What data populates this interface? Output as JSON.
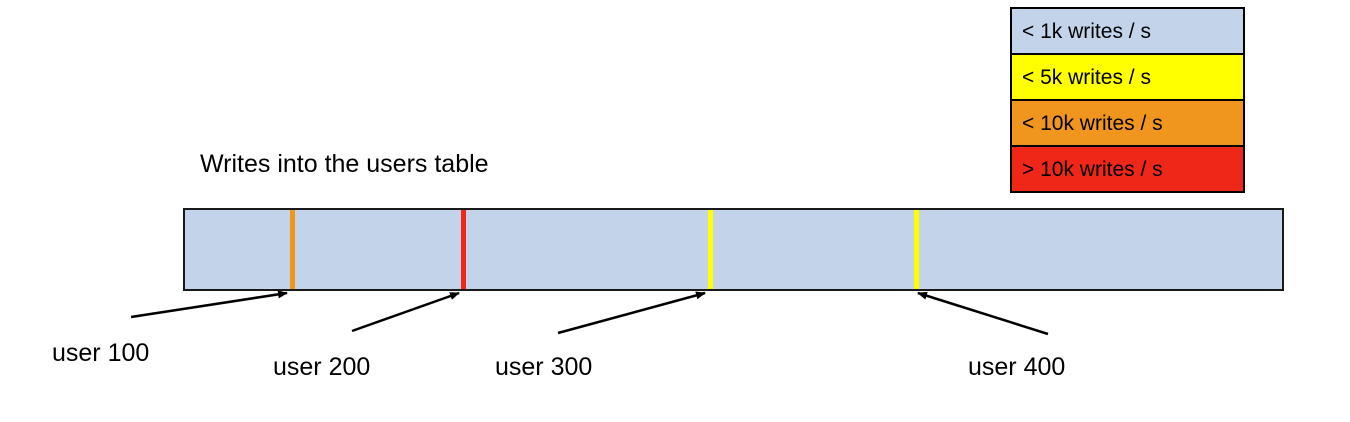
{
  "chart_data": {
    "type": "bar",
    "title": "Writes into the users table",
    "orientation": "horizontal-range",
    "description": "A single horizontal range bar representing the users table partitioned by user id, colored by write throughput, with colored divider markers at user boundaries.",
    "xlabel": "",
    "ylabel": "",
    "categories": [
      "user 100",
      "user 200",
      "user 300",
      "user 400"
    ],
    "legend": {
      "position": "top-right",
      "entries": [
        {
          "label": "< 1k writes / s",
          "color": "#c3d4ea"
        },
        {
          "label": "< 5k writes / s",
          "color": "#ffff00"
        },
        {
          "label": "< 10k writes / s",
          "color": "#f0961e"
        },
        {
          "label": "> 10k writes / s",
          "color": "#ee2718"
        }
      ]
    },
    "bar": {
      "fill_color": "#c3d4ea",
      "fill_legend_label": "< 1k writes / s",
      "border_color": "#1a1a1a"
    },
    "markers": [
      {
        "label": "user 100",
        "color": "#f0961e",
        "legend_label": "< 10k writes / s",
        "position_pct": 9.7
      },
      {
        "label": "user 200",
        "color": "#ee2718",
        "legend_label": "> 10k writes / s",
        "position_pct": 25.2
      },
      {
        "label": "user 300",
        "color": "#ffff00",
        "legend_label": "< 5k writes / s",
        "position_pct": 47.6
      },
      {
        "label": "user 400",
        "color": "#ffff00",
        "legend_label": "< 5k writes / s",
        "position_pct": 66.3
      }
    ]
  },
  "legend": {
    "rows": [
      {
        "label": "< 1k writes / s"
      },
      {
        "label": "< 5k writes / s"
      },
      {
        "label": "< 10k writes / s"
      },
      {
        "label": "> 10k writes / s"
      }
    ]
  },
  "title": {
    "text": "Writes into the users table"
  },
  "callouts": [
    {
      "label": "user 100"
    },
    {
      "label": "user 200"
    },
    {
      "label": "user 300"
    },
    {
      "label": "user 400"
    }
  ]
}
